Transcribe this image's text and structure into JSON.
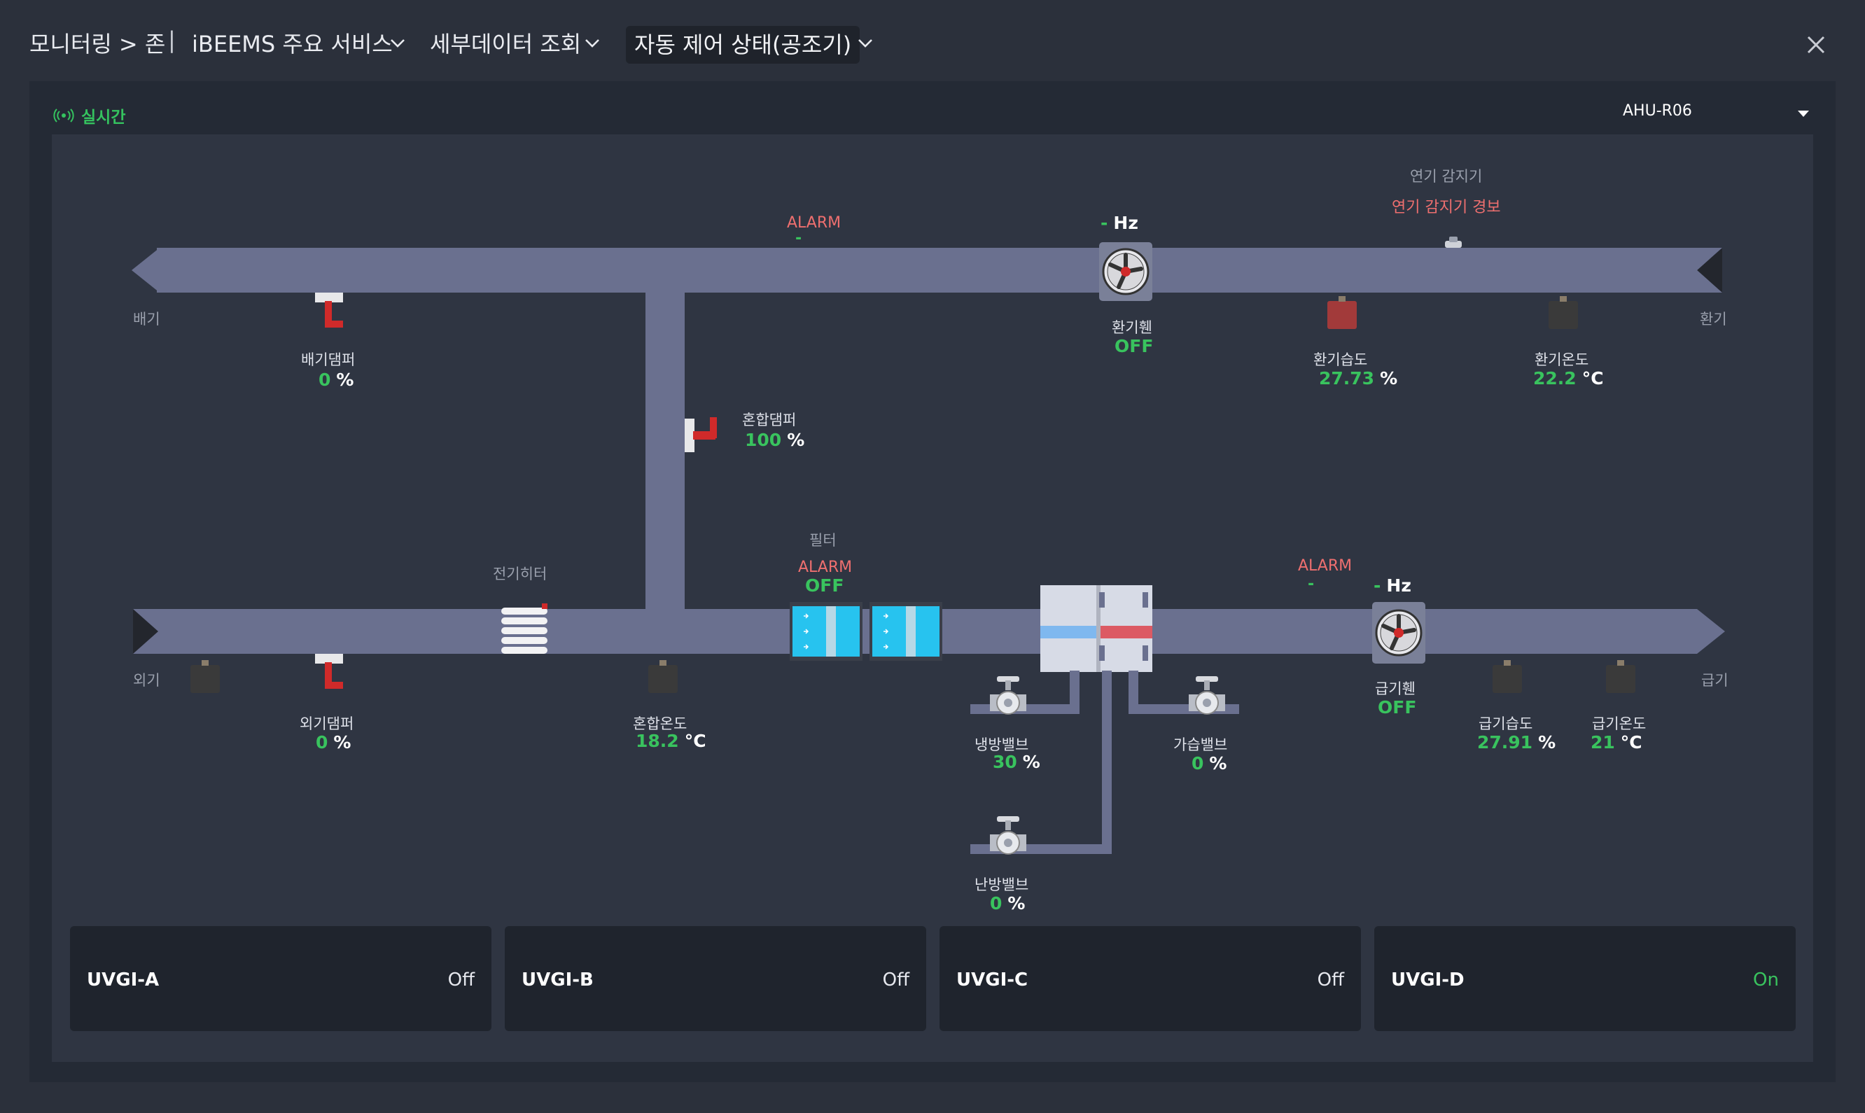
{
  "header": {
    "breadcrumb": "모니터링 > 존",
    "separator": "|",
    "menu1": "iBEEMS 주요 서비스",
    "menu2": "세부데이터 조회",
    "menu3": "자동 제어 상태(공조기)"
  },
  "panel": {
    "live_label": "실시간",
    "unit_selector": "AHU-R06"
  },
  "diagram": {
    "exhaust_label": "배기",
    "return_label": "환기",
    "outdoor_label": "외기",
    "supply_label": "급기",
    "exhaust_damper": {
      "name": "배기댐퍼",
      "value": "0",
      "unit": "%"
    },
    "mixed_damper": {
      "name": "혼합댐퍼",
      "value": "100",
      "unit": "%"
    },
    "outdoor_damper": {
      "name": "외기댐퍼",
      "value": "0",
      "unit": "%"
    },
    "top_alarm": {
      "label": "ALARM",
      "value": "-"
    },
    "return_fan": {
      "hz_value": "-",
      "hz_unit": "Hz",
      "name": "환기휀",
      "state": "OFF"
    },
    "smoke_detector": {
      "name": "연기 감지기",
      "status": "연기 감지기 경보"
    },
    "return_humidity": {
      "name": "환기습도",
      "value": "27.73",
      "unit": "%"
    },
    "return_temp": {
      "name": "환기온도",
      "value": "22.2",
      "unit": "°C"
    },
    "electric_heater": {
      "name": "전기히터"
    },
    "mixed_temp": {
      "name": "혼합온도",
      "value": "18.2",
      "unit": "°C"
    },
    "filter": {
      "name": "필터",
      "alarm": "ALARM",
      "state": "OFF"
    },
    "cooling_valve": {
      "name": "냉방밸브",
      "value": "30",
      "unit": "%"
    },
    "heating_valve": {
      "name": "난방밸브",
      "value": "0",
      "unit": "%"
    },
    "humid_valve": {
      "name": "가습밸브",
      "value": "0",
      "unit": "%"
    },
    "supply_alarm": {
      "label": "ALARM",
      "value": "-"
    },
    "supply_fan": {
      "hz_value": "-",
      "hz_unit": "Hz",
      "name": "급기휀",
      "state": "OFF"
    },
    "supply_humidity": {
      "name": "급기습도",
      "value": "27.91",
      "unit": "%"
    },
    "supply_temp": {
      "name": "급기온도",
      "value": "21",
      "unit": "°C"
    }
  },
  "uvgi": [
    {
      "name": "UVGI-A",
      "state": "Off"
    },
    {
      "name": "UVGI-B",
      "state": "Off"
    },
    {
      "name": "UVGI-C",
      "state": "Off"
    },
    {
      "name": "UVGI-D",
      "state": "On"
    }
  ],
  "colors": {
    "accent_green": "#39c35e",
    "alarm_red": "#ee6f6f",
    "duct": "#6a708f"
  }
}
